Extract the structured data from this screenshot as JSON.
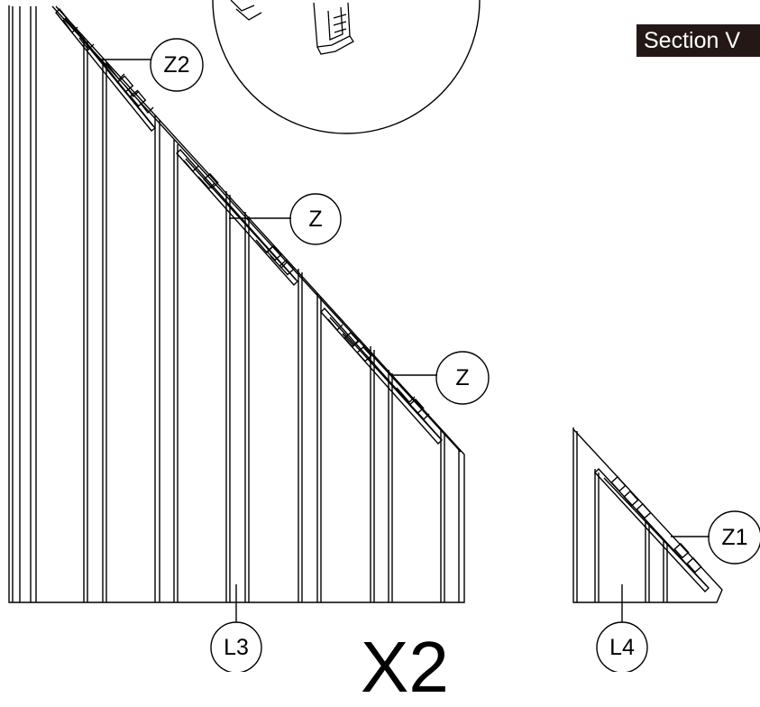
{
  "section_label": "Section V",
  "bottom_mark": "X2",
  "callouts": {
    "z2": "Z2",
    "z_upper": "Z",
    "z_lower": "Z",
    "z1": "Z1",
    "l3": "L3",
    "l4": "L4"
  },
  "colors": {
    "line": "#000000",
    "label_background": "#231815",
    "label_text": "#ffffff"
  }
}
